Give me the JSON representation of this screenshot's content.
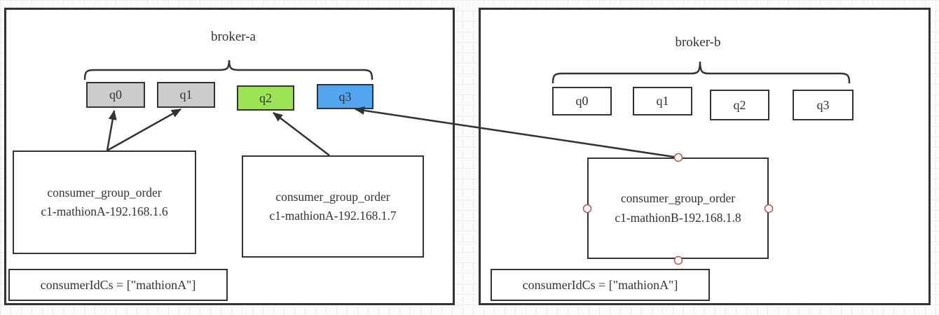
{
  "colors": {
    "stroke": "#333333",
    "queue_gray": "#cccccc",
    "queue_green": "#9de356",
    "queue_blue": "#54a5f0",
    "shape_fill": "#ffffff",
    "connection_point_stroke": "#b85450",
    "grid_line": "#ededed"
  },
  "broker_a": {
    "title": "broker-a",
    "queues": [
      {
        "label": "q0",
        "fill": "gray"
      },
      {
        "label": "q1",
        "fill": "gray"
      },
      {
        "label": "q2",
        "fill": "green"
      },
      {
        "label": "q3",
        "fill": "blue"
      }
    ],
    "consumers": [
      {
        "line1": "consumer_group_order",
        "line2": "c1-mathionA-192.168.1.6"
      },
      {
        "line1": "consumer_group_order",
        "line2": "c1-mathionA-192.168.1.7"
      }
    ],
    "consumer_ids_label": "consumerIdCs = [\"mathionA\"]"
  },
  "broker_b": {
    "title": "broker-b",
    "queues": [
      {
        "label": "q0",
        "fill": "white"
      },
      {
        "label": "q1",
        "fill": "white"
      },
      {
        "label": "q2",
        "fill": "white"
      },
      {
        "label": "q3",
        "fill": "white"
      }
    ],
    "consumers": [
      {
        "line1": "consumer_group_order",
        "line2": "c1-mathionB-192.168.1.8"
      }
    ],
    "consumer_ids_label": "consumerIdCs = [\"mathionA\"]"
  }
}
